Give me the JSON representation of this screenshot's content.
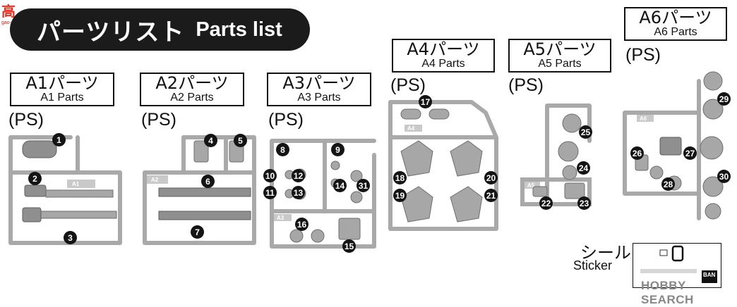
{
  "watermark": {
    "text": "高",
    "sub": "gao-shou.com"
  },
  "header": {
    "title_jp": "パーツリスト",
    "title_en": "Parts list"
  },
  "groups": [
    {
      "title": "A1パーツ",
      "subtitle": "A1 Parts",
      "material": "(PS)",
      "tag": "A1"
    },
    {
      "title": "A2パーツ",
      "subtitle": "A2 Parts",
      "material": "(PS)",
      "tag": "A2"
    },
    {
      "title": "A3パーツ",
      "subtitle": "A3 Parts",
      "material": "(PS)",
      "tag": "A3"
    },
    {
      "title": "A4パーツ",
      "subtitle": "A4 Parts",
      "material": "(PS)",
      "tag": "A4"
    },
    {
      "title": "A5パーツ",
      "subtitle": "A5 Parts",
      "material": "(PS)",
      "tag": "A5"
    },
    {
      "title": "A6パーツ",
      "subtitle": "A6 Parts",
      "material": "(PS)",
      "tag": "A6"
    }
  ],
  "part_numbers": [
    "1",
    "2",
    "3",
    "4",
    "5",
    "6",
    "7",
    "8",
    "9",
    "10",
    "11",
    "12",
    "13",
    "14",
    "15",
    "16",
    "17",
    "18",
    "19",
    "20",
    "21",
    "22",
    "23",
    "24",
    "25",
    "26",
    "27",
    "28",
    "29",
    "30",
    "31"
  ],
  "sticker": {
    "title_jp": "シール",
    "title_en": "Sticker",
    "brand": "BAN"
  },
  "footer": {
    "credit": "HOBBY SEARCH"
  }
}
